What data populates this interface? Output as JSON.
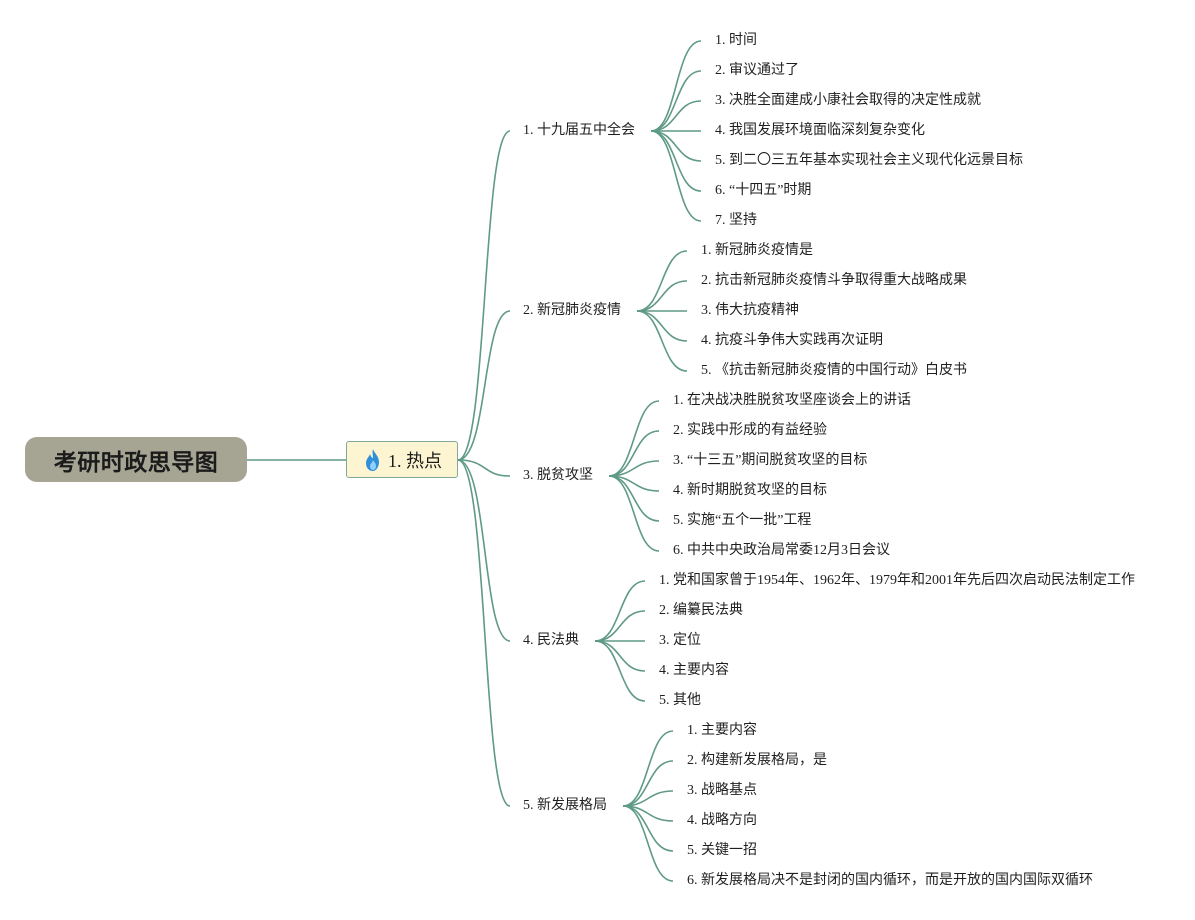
{
  "root": {
    "title": "考研时政思导图"
  },
  "hub": {
    "label": "1. 热点",
    "icon": "fire-icon"
  },
  "colors": {
    "connector": "#5f9a85",
    "root_bg": "#a6a493",
    "hub_bg": "#fdf5d2",
    "hub_border": "#7fa99a"
  },
  "topics": [
    {
      "label": "1. 十九届五中全会",
      "children": [
        "1. 时间",
        "2. 审议通过了",
        "3. 决胜全面建成小康社会取得的决定性成就",
        "4. 我国发展环境面临深刻复杂变化",
        "5. 到二〇三五年基本实现社会主义现代化远景目标",
        "6. “十四五”时期",
        "7. 坚持"
      ]
    },
    {
      "label": "2. 新冠肺炎疫情",
      "children": [
        "1. 新冠肺炎疫情是",
        "2. 抗击新冠肺炎疫情斗争取得重大战略成果",
        "3. 伟大抗疫精神",
        "4. 抗疫斗争伟大实践再次证明",
        "5. 《抗击新冠肺炎疫情的中国行动》白皮书"
      ]
    },
    {
      "label": "3. 脱贫攻坚",
      "children": [
        "1. 在决战决胜脱贫攻坚座谈会上的讲话",
        "2. 实践中形成的有益经验",
        "3. “十三五”期间脱贫攻坚的目标",
        "4. 新时期脱贫攻坚的目标",
        "5. 实施“五个一批”工程",
        "6. 中共中央政治局常委12月3日会议"
      ]
    },
    {
      "label": "4. 民法典",
      "children": [
        "1. 党和国家曾于1954年、1962年、1979年和2001年先后四次启动民法制定工作",
        "2. 编纂民法典",
        "3. 定位",
        "4. 主要内容",
        "5. 其他"
      ]
    },
    {
      "label": "5. 新发展格局",
      "children": [
        "1. 主要内容",
        "2. 构建新发展格局，是",
        "3. 战略基点",
        "4. 战略方向",
        "5. 关键一招",
        "6. 新发展格局决不是封闭的国内循环，而是开放的国内国际双循环"
      ]
    }
  ]
}
